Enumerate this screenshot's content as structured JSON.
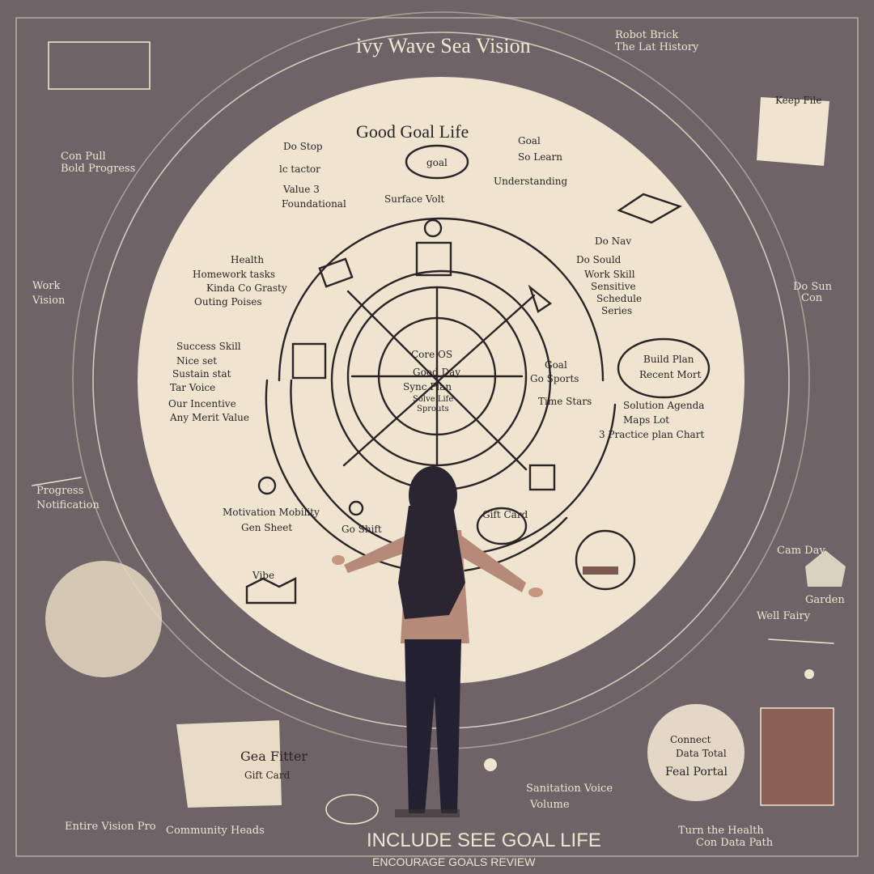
{
  "canvas": {
    "top_title": "ivy Wave Sea Vision",
    "top_right_note": [
      "Robot Brick",
      "The Lat History"
    ],
    "inner_title": "Good Goal Life",
    "inner_cloud": "goal",
    "labels_left_inner": [
      "Do Stop",
      "lc tactor",
      "Value 3",
      "Foundational"
    ],
    "label_under_title": "Surface Volt",
    "label_top_right_inner": [
      "Goal",
      "So Learn"
    ],
    "label_understanding": "Understanding",
    "labels_left_mid": [
      "Health",
      "Homework tasks",
      "Kinda Co Grasty",
      "Outing Poises"
    ],
    "labels_left_low": [
      "Success Skill",
      "Nice set",
      "Sustain stat",
      "Tar Voice"
    ],
    "labels_left_bottom": [
      "Our Incentive",
      "Any Merit Value"
    ],
    "center_core": [
      "Core OS",
      "Good Day",
      "Sync Plan",
      "Solve Life",
      "Sprouts"
    ],
    "labels_right_mid": [
      "Do Nav",
      "Do Sould",
      "Work Skill",
      "Sensitive",
      "Schedule",
      "Series"
    ],
    "labels_right_inner": [
      "Goal",
      "Go Sports",
      "Time Stars"
    ],
    "cloud_right": [
      "Build Plan",
      "Recent Mort"
    ],
    "labels_right_low": [
      "Solution Agenda",
      "Maps Lot",
      "3 Practice plan Chart"
    ],
    "labels_bottom_left_inner": [
      "Motivation Mobility",
      "Gen Sheet"
    ],
    "bottom_left_sign": "Vibe",
    "bottom_center": [
      "Go Shift",
      "Gift Card"
    ],
    "edge_left": [
      "Con Pull",
      "Bold Progress",
      "Work",
      "Vision",
      "Progress",
      "Notification"
    ],
    "edge_right": [
      "Keep File",
      "Do Sun",
      "Cam Day",
      "Garden",
      "Well Fairy",
      "Con"
    ],
    "bottom_left_card": [
      "Gea Fitter",
      "Gift Card"
    ],
    "bottom_right_circle": [
      "Connect",
      "Data Total",
      "Feal Portal"
    ],
    "bottom_captions": [
      "Sanitation Voice",
      "Volume",
      "Entire Vision Pro",
      "Community Heads",
      "Turn the Health",
      "Con Data Path"
    ],
    "footer_line1": "INCLUDE SEE GOAL LIFE",
    "footer_line2": "ENCOURAGE GOALS REVIEW",
    "colors": {
      "background": "#6e6468",
      "parchment": "#efe4cf",
      "ink": "#2b2326",
      "shirt": "#b58a78",
      "hair": "#2a2530"
    }
  }
}
